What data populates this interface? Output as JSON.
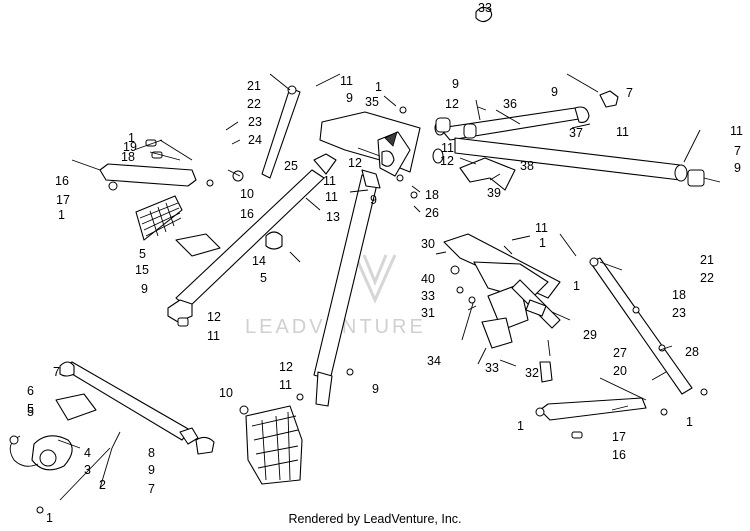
{
  "credit": "Rendered by LeadVenture, Inc.",
  "watermark": "LEADVENTURE",
  "callouts": [
    "1",
    "2",
    "3",
    "4",
    "5",
    "6",
    "7",
    "8",
    "9",
    "10",
    "11",
    "12",
    "13",
    "14",
    "15",
    "16",
    "17",
    "18",
    "19",
    "20",
    "21",
    "22",
    "23",
    "24",
    "25",
    "26",
    "27",
    "28",
    "29",
    "30",
    "31",
    "32",
    "33",
    "34",
    "35",
    "36",
    "37",
    "38",
    "39",
    "40"
  ]
}
